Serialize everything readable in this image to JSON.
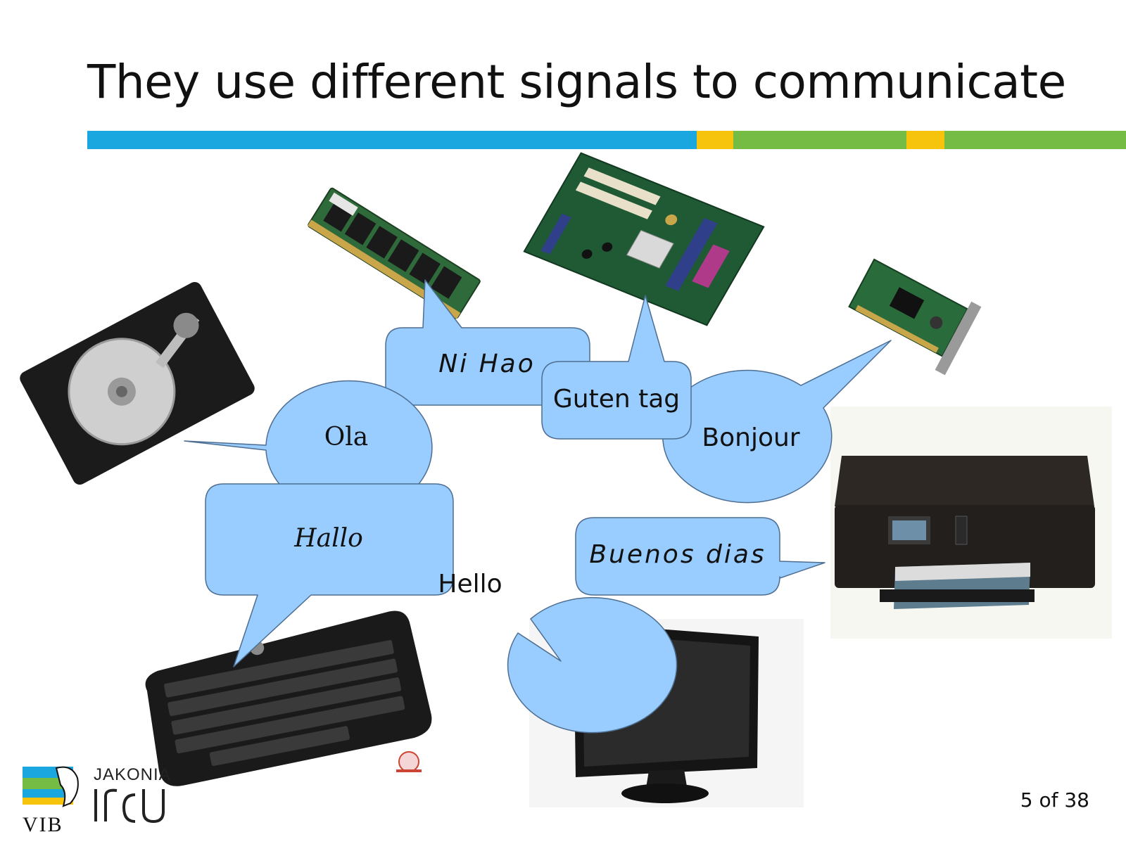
{
  "slide": {
    "title": "They use different signals to communicate",
    "page_number": "5 of 38",
    "colors": {
      "bar_blue": "#1aa7e0",
      "bar_yellow": "#f7c40d",
      "bar_green": "#74bc44",
      "bubble_fill": "#99ccff",
      "bubble_stroke": "#4d6e91"
    }
  },
  "speech_bubbles": [
    {
      "id": "ni-hao",
      "text": "Ni Hao"
    },
    {
      "id": "guten-tag",
      "text": "Guten tag"
    },
    {
      "id": "bonjour",
      "text": "Bonjour"
    },
    {
      "id": "ola",
      "text": "Ola"
    },
    {
      "id": "hallo",
      "text": "Hallo"
    },
    {
      "id": "hello",
      "text": "Hello"
    },
    {
      "id": "buenos-dias",
      "text": "Buenos dias"
    }
  ],
  "hardware_images": [
    {
      "id": "ram",
      "icon": "ram-module-icon"
    },
    {
      "id": "motherboard",
      "icon": "motherboard-icon"
    },
    {
      "id": "network-card",
      "icon": "network-card-icon"
    },
    {
      "id": "hard-drive",
      "icon": "hard-drive-icon"
    },
    {
      "id": "printer",
      "icon": "printer-icon"
    },
    {
      "id": "keyboard",
      "icon": "keyboard-icon"
    },
    {
      "id": "monitor",
      "icon": "monitor-icon"
    }
  ],
  "footer": {
    "vib_logo_text": "VIB",
    "lab_logo_text": "JAKONIA"
  }
}
